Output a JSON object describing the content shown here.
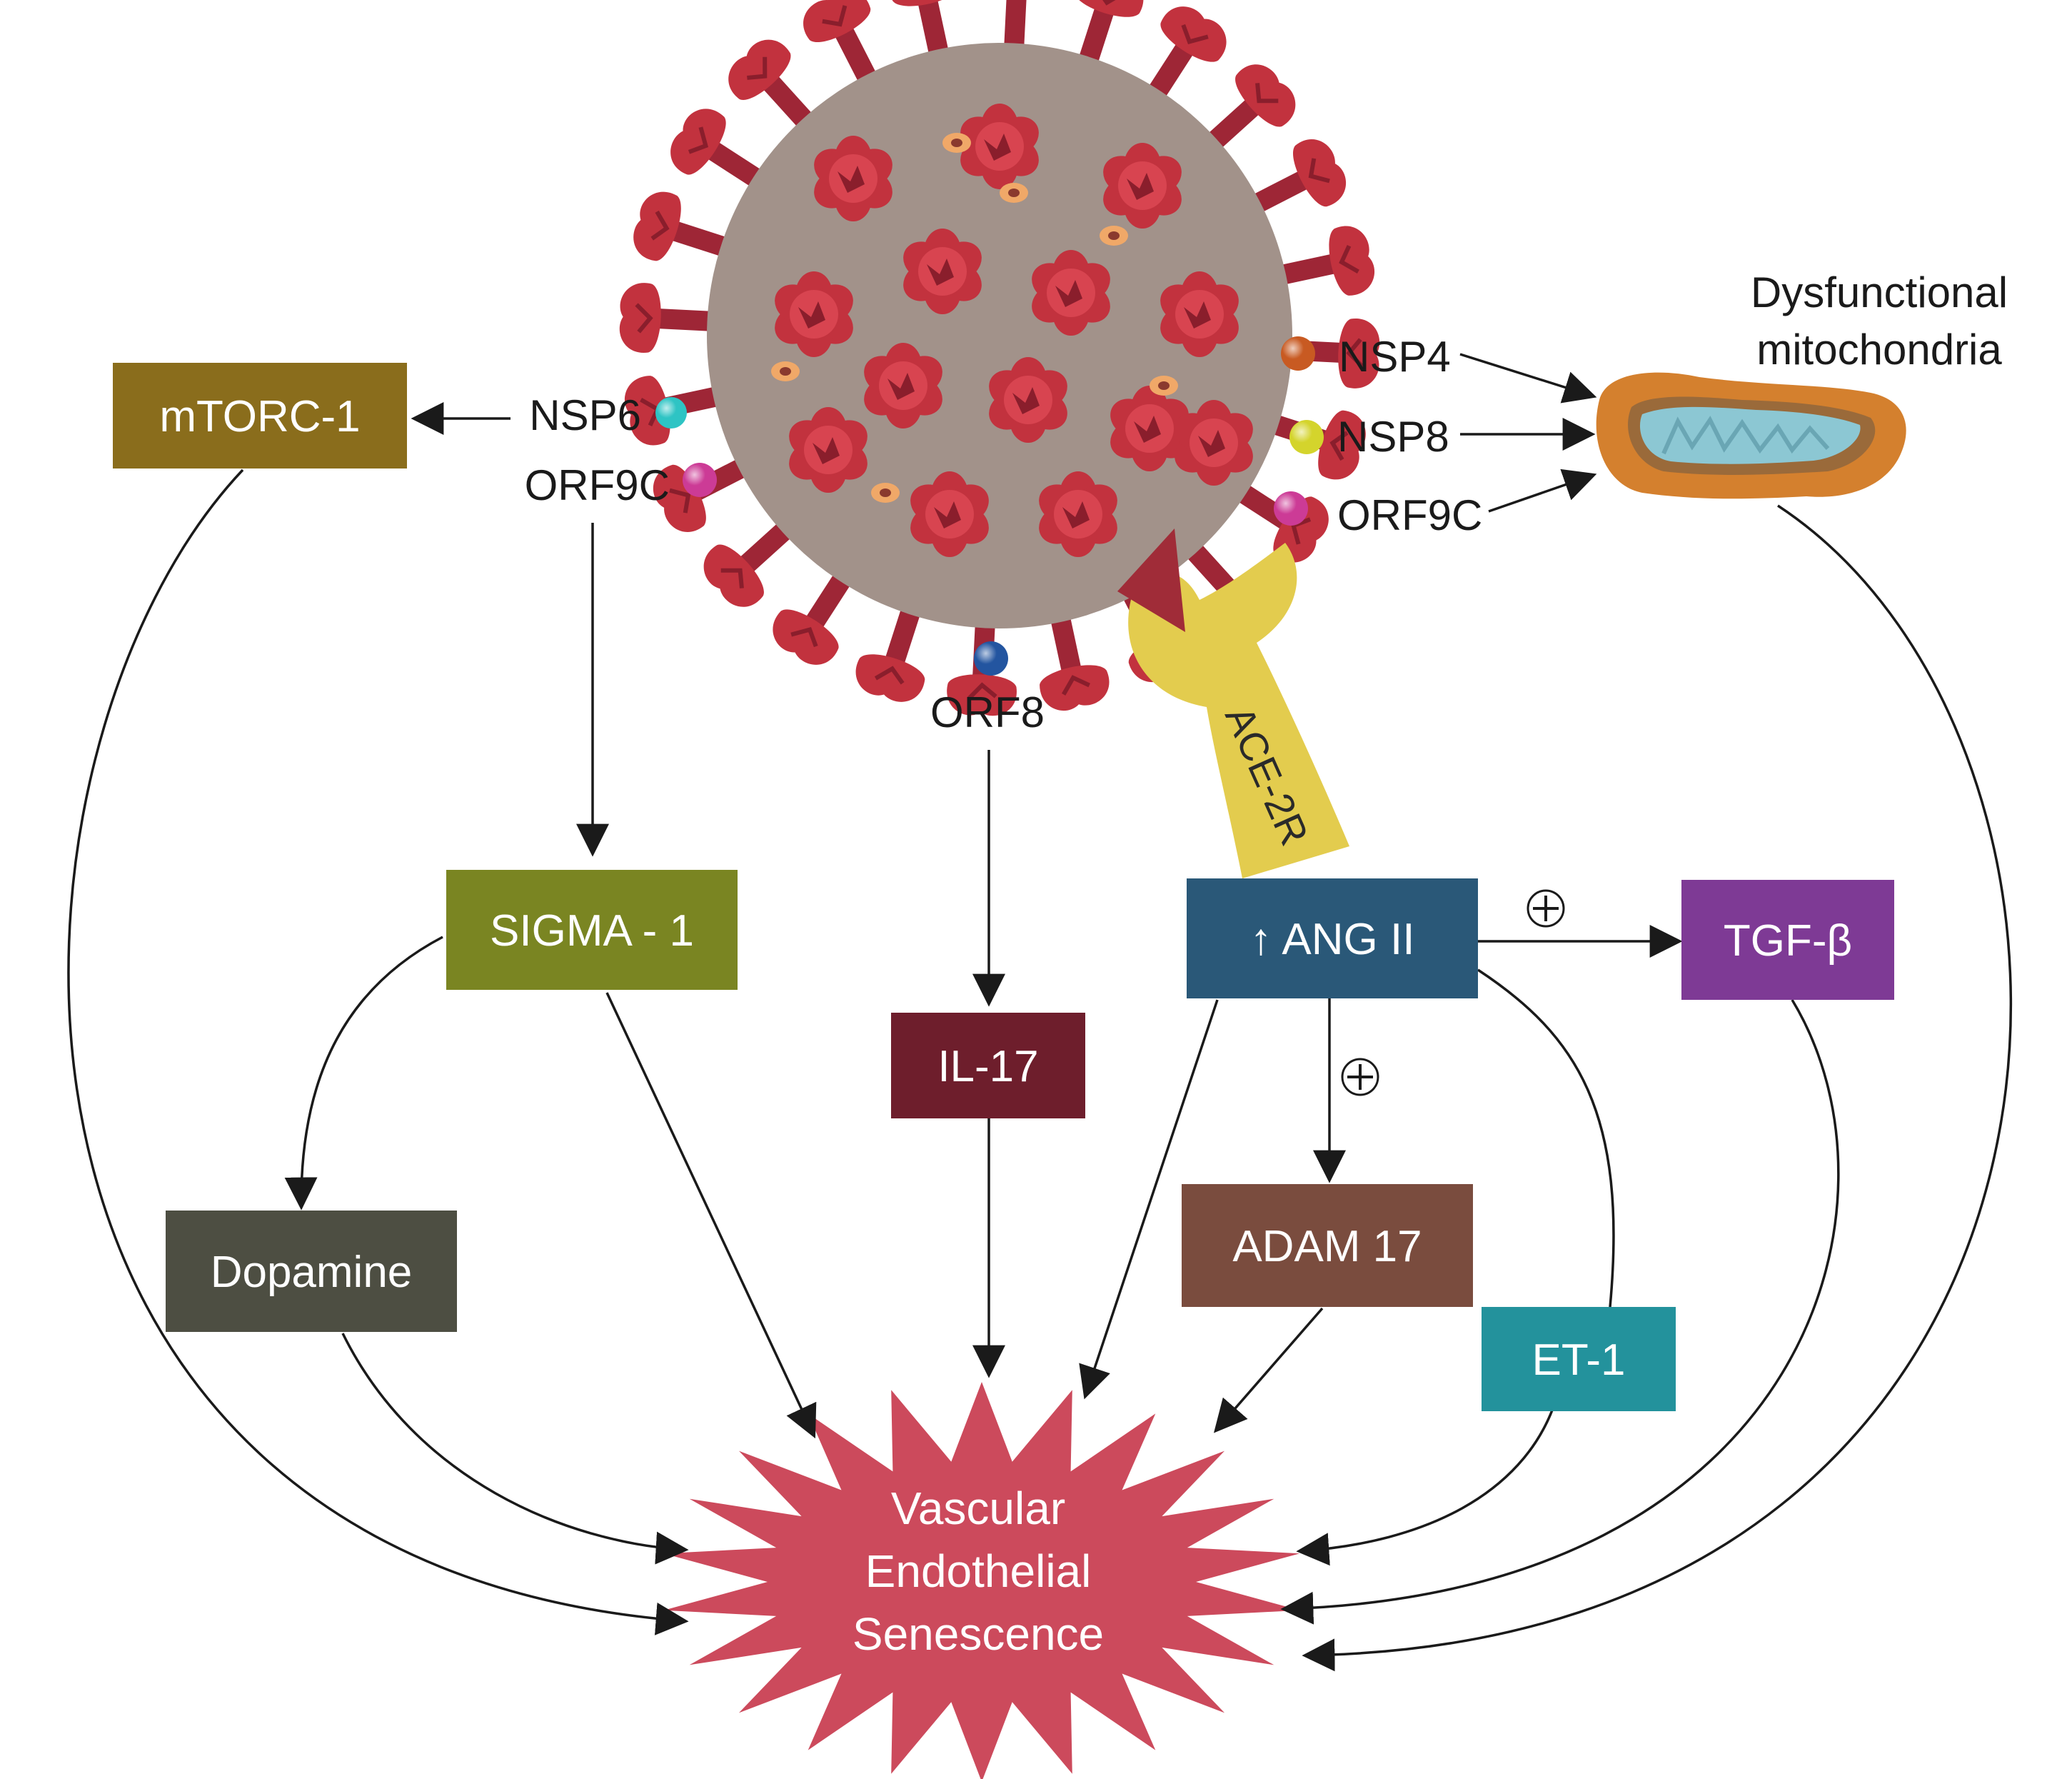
{
  "nodes": {
    "mtorc": "mTORC-1",
    "sigma": "SIGMA - 1",
    "dopamine": "Dopamine",
    "il17": "IL-17",
    "ang2": "↑ ANG II",
    "tgf": "TGF-β",
    "adam": "ADAM 17",
    "et1": "ET-1"
  },
  "proteins": {
    "nsp6": "NSP6",
    "orf9c_left": "ORF9C",
    "orf8": "ORF8",
    "nsp4": "NSP4",
    "nsp8": "NSP8",
    "orf9c_right": "ORF9C"
  },
  "mitochondria": {
    "line1": "Dysfunctional",
    "line2": "mitochondria"
  },
  "receptor": "ACE-2R",
  "outcome": {
    "line1": "Vascular",
    "line2": "Endothelial",
    "line3": "Senescence"
  },
  "signs": {
    "tgf": "⊕",
    "adam": "⊕"
  },
  "colors": {
    "mtorc": "#8a6d1c",
    "sigma": "#7a8522",
    "dopamine": "#4d4e42",
    "il17": "#6e1e2c",
    "ang2": "#2a5878",
    "tgf": "#7e3a95",
    "adam": "#7a4c3e",
    "et1": "#23929c",
    "star": "#cc4a5c",
    "virus_body": "#a2928a",
    "spike": "#c2323e",
    "receptor": "#e3cc4e",
    "nsp6_dot": "#2ec4c4",
    "orf9c_dot": "#cc3b96",
    "orf8_dot": "#2355a0",
    "nsp4_dot": "#c85a22",
    "nsp8_dot": "#d4d42c"
  }
}
